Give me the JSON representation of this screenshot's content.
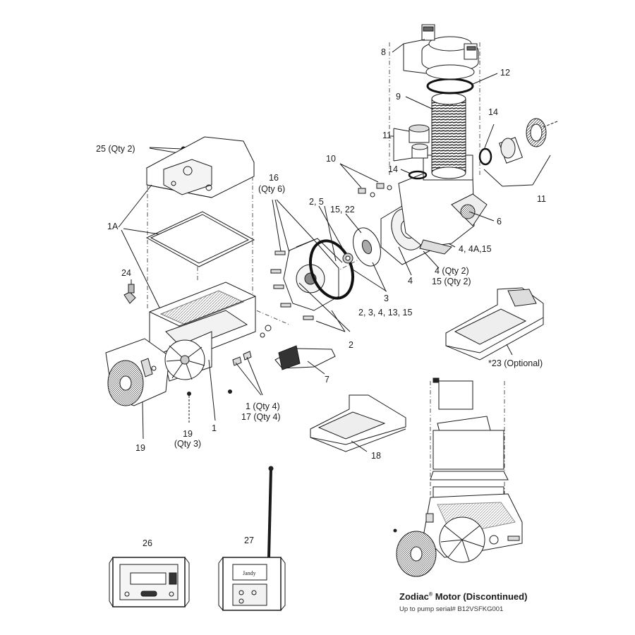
{
  "labels": {
    "l25": "25 (Qty 2)",
    "l1a": "1A",
    "l24": "24",
    "l19": "19",
    "l19qty_a": "19",
    "l19qty_b": "(Qty 3)",
    "l1": "1",
    "l1qty": "1 (Qty 4)",
    "l17qty": "17 (Qty 4)",
    "l16": "16",
    "l16qty": "(Qty 6)",
    "l2_5": "2, 5",
    "l15_22": "15, 22",
    "l10": "10",
    "l11a": "11",
    "l14a": "14",
    "l8": "8",
    "l12": "12",
    "l9": "9",
    "l14b": "14",
    "l11b": "11",
    "l6": "6",
    "l4_4a_15": "4, 4A,15",
    "l4": "4",
    "l4qty": "4 (Qty 2)",
    "l15qty": "15 (Qty 2)",
    "l3": "3",
    "l2_3_4": "2, 3, 4, 13, 15",
    "l2": "2",
    "l7": "7",
    "l23": "*23 (Optional)",
    "l18": "18",
    "l26": "26",
    "l27": "27"
  },
  "device_logo": "Jandy",
  "caption": {
    "brand": "Zodiac",
    "reg": "®",
    "title_rest": " Motor (Discontinued)",
    "subtitle": "Up to pump serial# B12VSFKG001"
  }
}
